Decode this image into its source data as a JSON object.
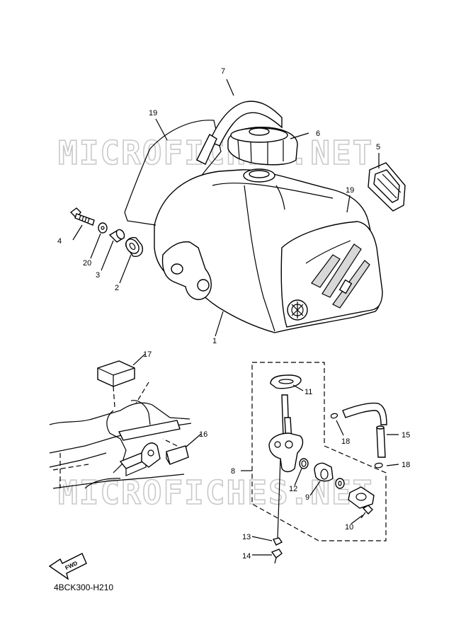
{
  "diagram": {
    "watermarks": [
      "MICROFICHES.NET",
      "MICROFICHES.NET"
    ],
    "fwd_label": "FWD",
    "figure_code": "4BCK300-H210",
    "callouts": [
      "1",
      "2",
      "3",
      "4",
      "5",
      "6",
      "7",
      "8",
      "9",
      "10",
      "11",
      "12",
      "13",
      "14",
      "15",
      "16",
      "17",
      "18",
      "18",
      "19",
      "19",
      "20"
    ]
  }
}
